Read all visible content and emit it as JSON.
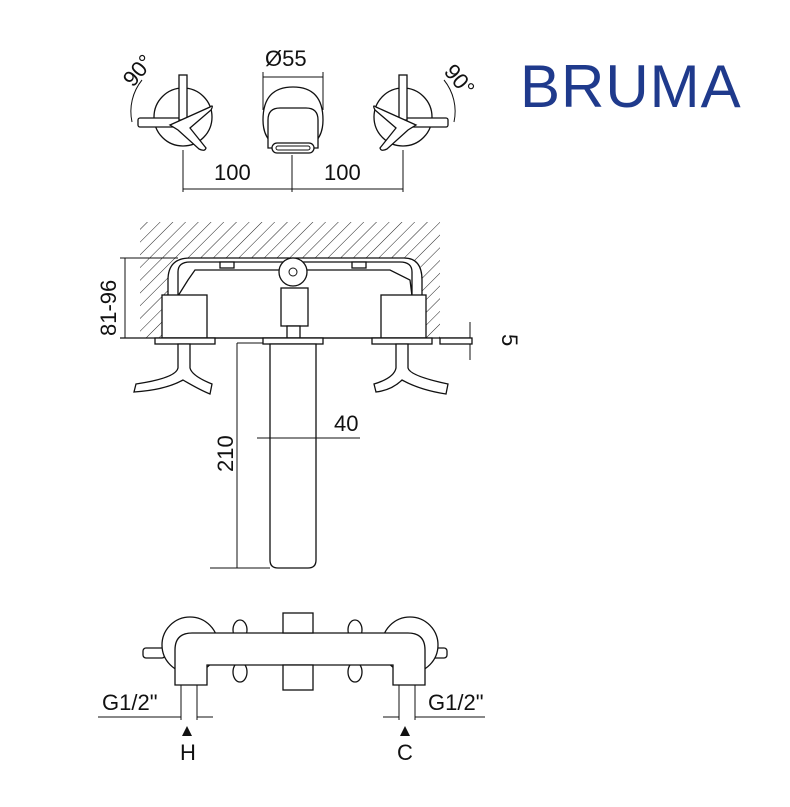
{
  "brand": {
    "name": "BRUMA",
    "color": "#1f3a8c"
  },
  "top_view": {
    "left_rotation": "90°",
    "right_rotation": "90°",
    "spout_diameter": "Ø55",
    "left_spacing": "100",
    "right_spacing": "100"
  },
  "side_view": {
    "wall_depth": "81-96",
    "plate_thickness": "5",
    "spout_length": "210",
    "spout_width": "40"
  },
  "bottom_view": {
    "left_connection": "G1/2\"",
    "right_connection": "G1/2\"",
    "hot_label": "H",
    "cold_label": "C"
  }
}
